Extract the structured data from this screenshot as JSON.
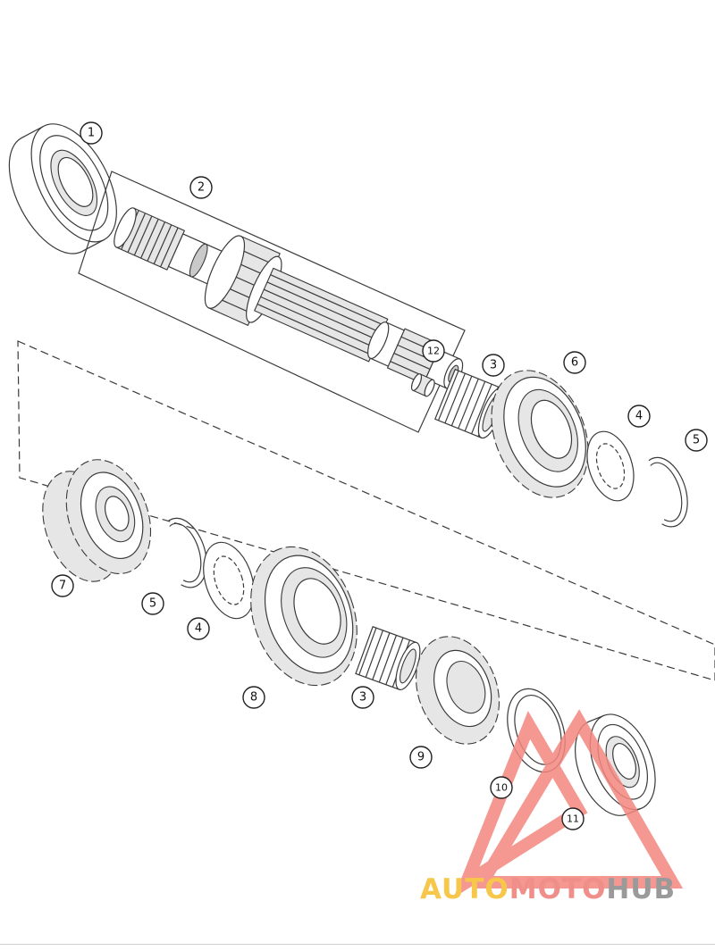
{
  "callouts": [
    {
      "label": "1"
    },
    {
      "label": "2"
    },
    {
      "label": "3"
    },
    {
      "label": "6"
    },
    {
      "label": "4"
    },
    {
      "label": "5"
    },
    {
      "label": "12"
    },
    {
      "label": "7"
    },
    {
      "label": "5"
    },
    {
      "label": "4"
    },
    {
      "label": "8"
    },
    {
      "label": "3"
    },
    {
      "label": "9"
    },
    {
      "label": "10"
    },
    {
      "label": "11"
    }
  ],
  "watermark": {
    "part1": "AUTO",
    "part2": "MOTO",
    "part3": "HUB",
    "color1": "#f6c74a",
    "color2": "#f08f8a",
    "color3": "#9a9a9a",
    "triangle_color": "#f4877f"
  }
}
